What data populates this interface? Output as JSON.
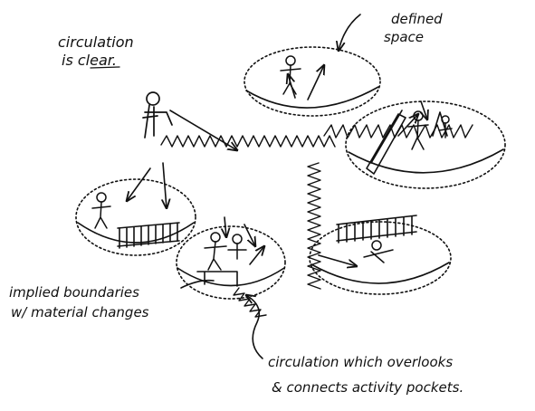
{
  "annotations": {
    "circulation_clear": {
      "line1": "circulation",
      "line2_prefix": "is ",
      "line2_emph": "clear",
      "line2_suffix": "."
    },
    "defined_space": {
      "line1": "defined",
      "line2": "space"
    },
    "implied_boundaries": {
      "line1": "implied boundaries",
      "line2": "w/ material changes"
    },
    "circulation_overlooks": {
      "line1": "circulation which overlooks",
      "line2": "& connects activity pockets."
    }
  },
  "colors": {
    "ink": "#111111",
    "paper": "#ffffff"
  }
}
